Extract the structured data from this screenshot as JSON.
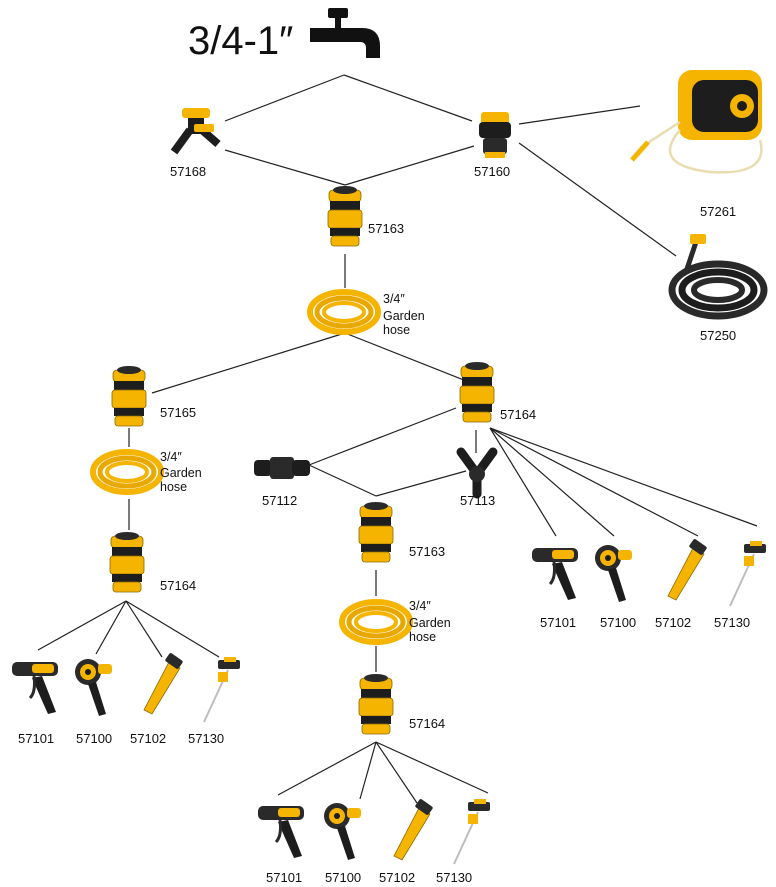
{
  "title": "3/4-1″",
  "tap_icon": "tap-icon",
  "colors": {
    "accent": "#f5b400",
    "body": "#1d1d1d",
    "line": "#222222",
    "hose_green": "#2b2b2b"
  },
  "hose_label": {
    "size": "3/4″",
    "line1": "Garden",
    "line2": "hose"
  },
  "parts": {
    "p57168": "57168",
    "p57160": "57160",
    "p57261": "57261",
    "p57250": "57250",
    "p57163a": "57163",
    "p57165": "57165",
    "p57164a": "57164",
    "p57112": "57112",
    "p57113": "57113",
    "p57164b": "57164",
    "p57163b": "57163",
    "p57164c": "57164",
    "n1_57101": "57101",
    "n1_57100": "57100",
    "n1_57102": "57102",
    "n1_57130": "57130",
    "n2_57101": "57101",
    "n2_57100": "57100",
    "n2_57102": "57102",
    "n2_57130": "57130",
    "n3_57101": "57101",
    "n3_57100": "57100",
    "n3_57102": "57102",
    "n3_57130": "57130"
  }
}
